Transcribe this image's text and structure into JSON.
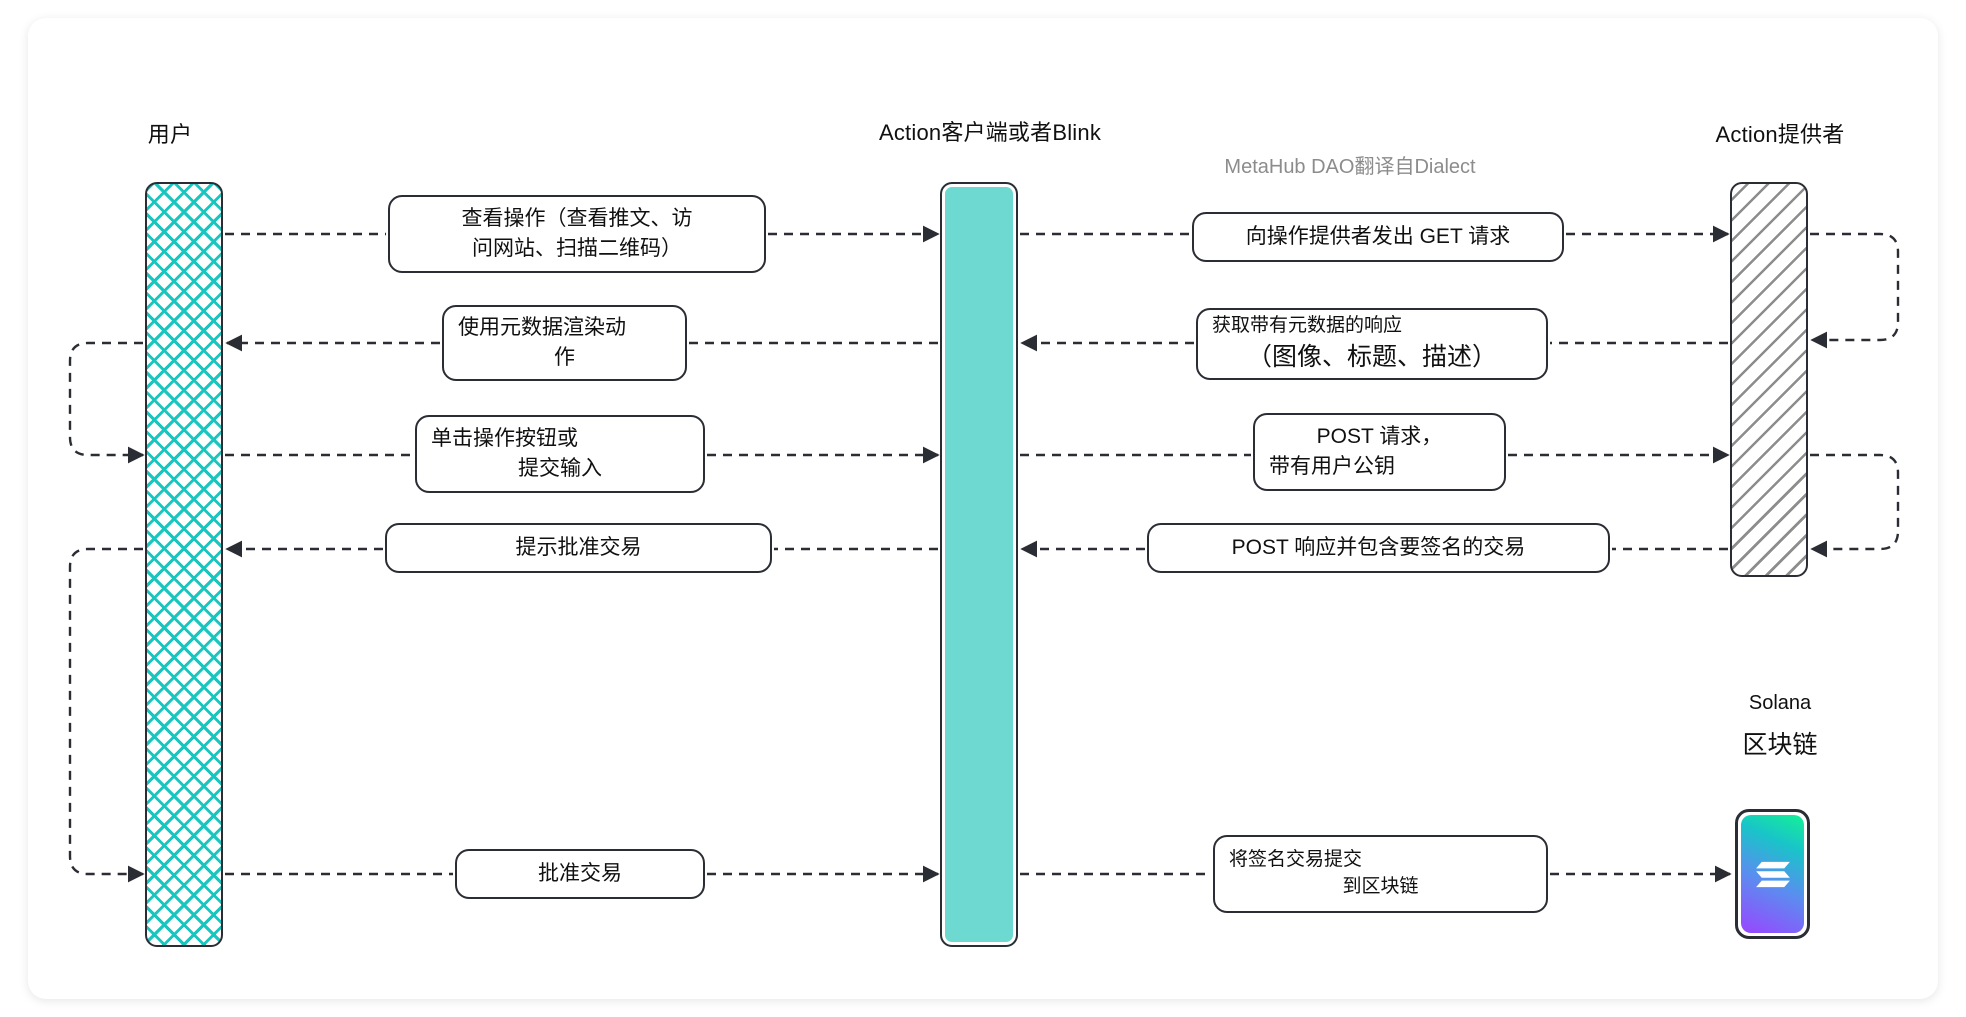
{
  "columns": {
    "user": {
      "label": "用户",
      "fill": "#18c6bf",
      "pattern": "crosshatch"
    },
    "client": {
      "label": "Action客户端或者Blink",
      "fill": "#6ed9d0",
      "pattern": "solid"
    },
    "provider": {
      "label": "Action提供者",
      "fill": "#8d8d8d",
      "pattern": "diagonal-hatch"
    }
  },
  "watermark": "MetaHub DAO翻译自Dialect",
  "messages": {
    "view_action": {
      "line1": "查看操作（查看推文、访",
      "line2": "问网站、扫描二维码）"
    },
    "render_action": {
      "line1": "使用元数据渲染动",
      "line2": "作"
    },
    "click_action": {
      "line1": "单击操作按钮或",
      "line2": "提交输入"
    },
    "prompt_approve": {
      "line1": "提示批准交易"
    },
    "approve_tx": {
      "line1": "批准交易"
    },
    "get_request": {
      "line1": "向操作提供者发出 GET 请求"
    },
    "meta_response": {
      "line1": "获取带有元数据的响应",
      "line2": "（图像、标题、描述）"
    },
    "post_request": {
      "line1": "POST 请求，",
      "line2": "带有用户公钥"
    },
    "post_response": {
      "line1": "POST 响应并包含要签名的交易"
    },
    "submit_tx": {
      "line1": "将签名交易提交",
      "line2": "到区块链"
    }
  },
  "blockchain": {
    "name": "Solana",
    "label": "区块链",
    "logo_icon": "solana-logo-icon",
    "gradient_from": "#14f195",
    "gradient_to": "#9945ff"
  },
  "style": {
    "line_color": "#2a2d33",
    "box_border": "#2a2d33",
    "background": "#ffffff"
  }
}
